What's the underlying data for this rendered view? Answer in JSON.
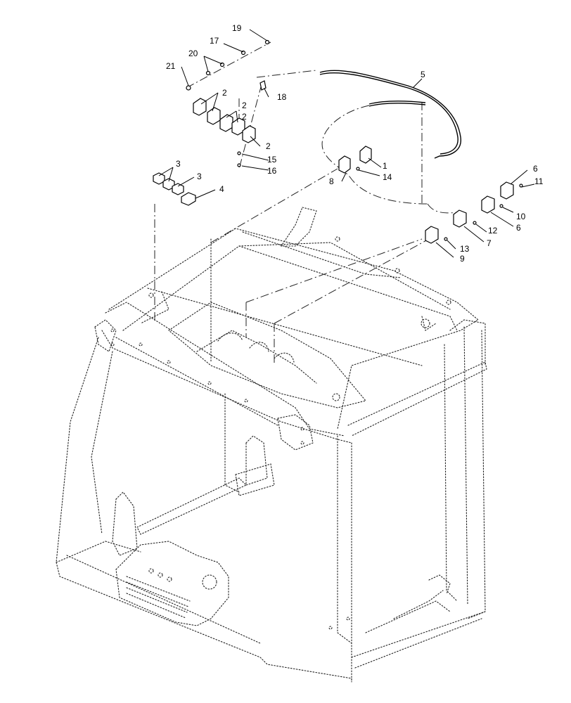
{
  "callouts": [
    "1",
    "2",
    "2",
    "2",
    "2",
    "3",
    "3",
    "4",
    "5",
    "6",
    "6",
    "7",
    "8",
    "9",
    "10",
    "11",
    "12",
    "13",
    "14",
    "15",
    "16",
    "17",
    "18",
    "19",
    "20",
    "21"
  ]
}
